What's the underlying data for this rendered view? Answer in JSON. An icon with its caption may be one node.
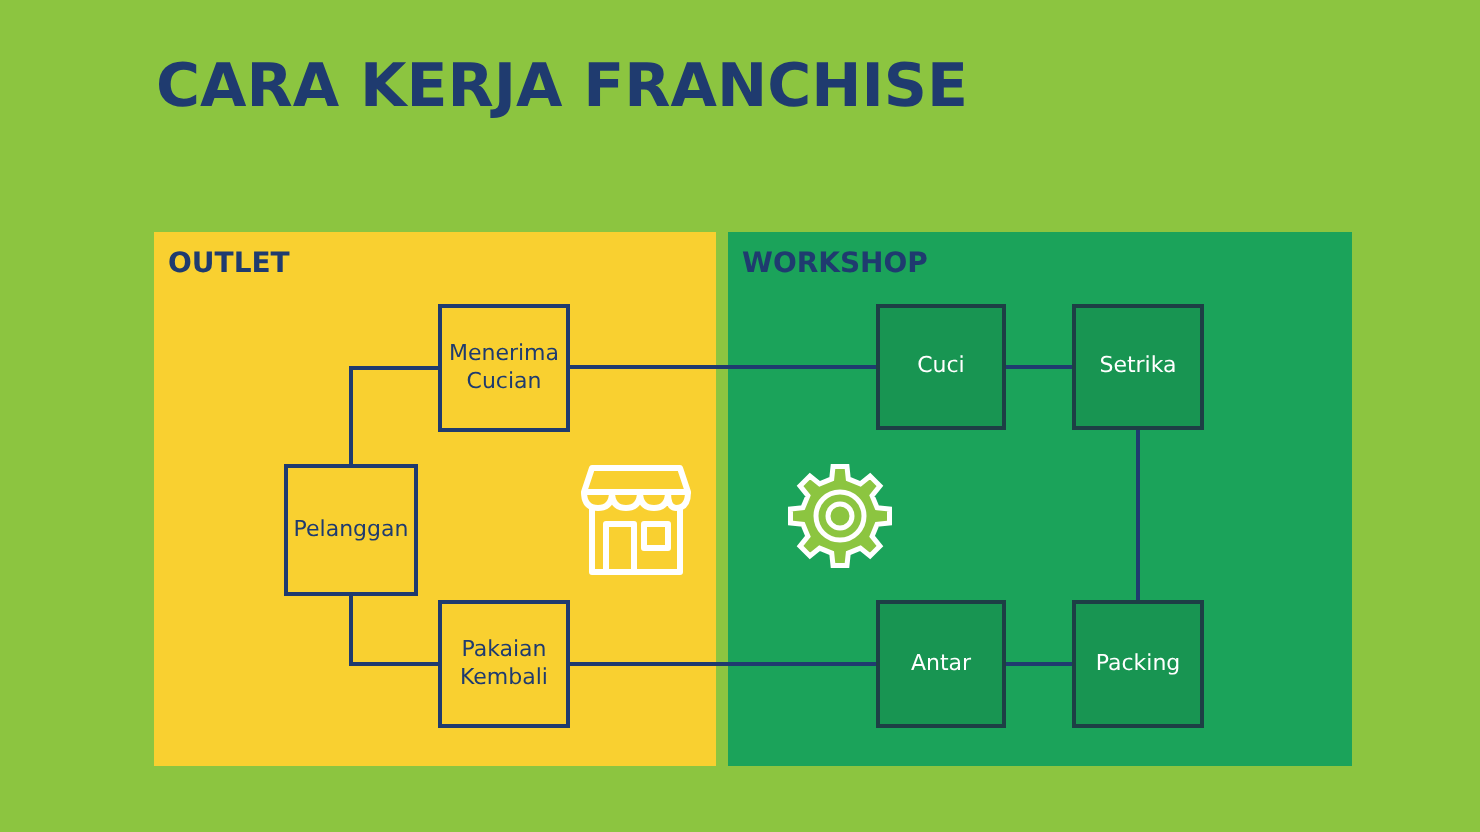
{
  "diagram": {
    "title": "CARA KERJA FRANCHISE",
    "nodes": [
      {
        "text": [
          "OUTLET"
        ]
      },
      {
        "text": [
          "Menerima Cucian"
        ],
        "in": 0
      },
      {
        "text": [
          "Pelanggan"
        ],
        "in": 0
      },
      {
        "text": [
          "Pakaian Kembali"
        ],
        "in": 0
      },
      {
        "text": [
          "WORKSHOP"
        ]
      },
      {
        "text": [
          "Cuci"
        ],
        "in": 4
      },
      {
        "text": [
          "Setrika"
        ],
        "in": 4
      },
      {
        "text": [
          "Antar"
        ],
        "in": 4
      },
      {
        "text": [
          "Packing"
        ],
        "in": 4
      }
    ],
    "edges": [
      {
        "from": 2,
        "to": 1,
        "arrow": "none"
      },
      {
        "from": 1,
        "to": 5,
        "arrow": "none"
      },
      {
        "from": 5,
        "to": 6,
        "arrow": "none"
      },
      {
        "from": 6,
        "to": 8,
        "arrow": "none"
      },
      {
        "from": 8,
        "to": 7,
        "arrow": "none"
      },
      {
        "from": 7,
        "to": 3,
        "arrow": "none"
      },
      {
        "from": 2,
        "to": 3,
        "arrow": "none"
      }
    ]
  }
}
